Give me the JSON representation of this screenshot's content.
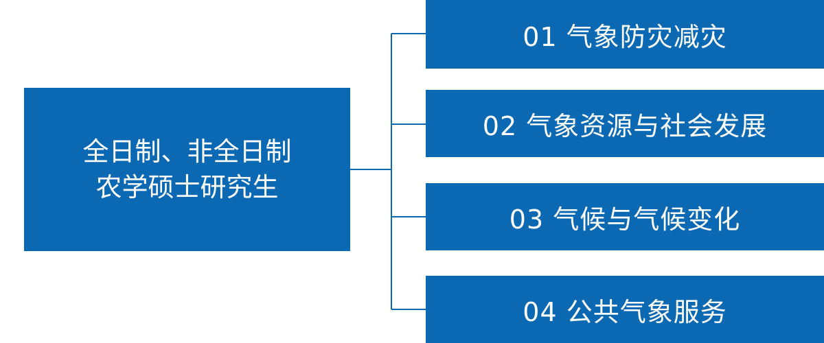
{
  "root": {
    "line1": "全日制、非全日制",
    "line2": "农学硕士研究生"
  },
  "branches": [
    {
      "label": "01 气象防灾减灾"
    },
    {
      "label": "02 气象资源与社会发展"
    },
    {
      "label": "03 气候与气候变化"
    },
    {
      "label": "04 公共气象服务"
    }
  ],
  "colors": {
    "box_fill": "#0a69b2",
    "connector": "#0a69b2",
    "text": "#ffffff"
  }
}
